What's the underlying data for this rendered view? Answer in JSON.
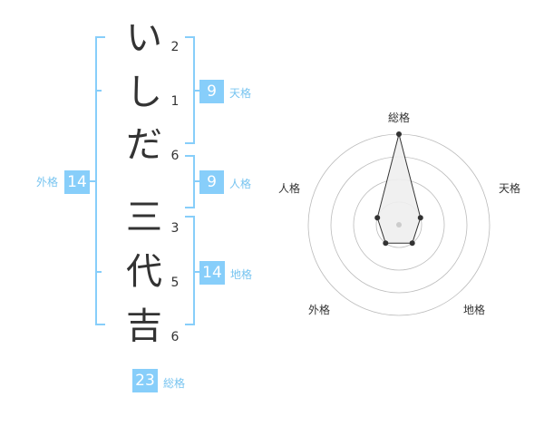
{
  "name": {
    "chars": [
      "い",
      "し",
      "だ",
      "三",
      "代",
      "吉"
    ],
    "strokes": [
      "2",
      "1",
      "6",
      "3",
      "5",
      "6"
    ]
  },
  "kaku": {
    "gaikaku": {
      "label": "外格",
      "value": "14"
    },
    "tenkaku": {
      "label": "天格",
      "value": "9"
    },
    "jinkaku": {
      "label": "人格",
      "value": "9"
    },
    "chikaku": {
      "label": "地格",
      "value": "14"
    },
    "soukaku": {
      "label": "総格",
      "value": "23"
    }
  },
  "colors": {
    "accent": "#87cefa",
    "accent_text": "#77c4f0",
    "bracket": "#87cefa",
    "text": "#333333",
    "grid": "#bbbbbb",
    "radar_fill": "#eeeeee",
    "radar_stroke": "#333333"
  },
  "chart_data": {
    "type": "radar",
    "axes": [
      "総格",
      "天格",
      "地格",
      "外格",
      "人格"
    ],
    "values": [
      4,
      1,
      1,
      1,
      1
    ],
    "rmax": 4,
    "rings": 4
  }
}
